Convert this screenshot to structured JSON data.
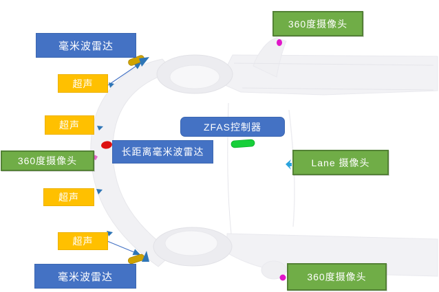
{
  "labels": [
    {
      "id": "mmwave-radar-front",
      "text": "毫米波雷达",
      "color": "#4472c4"
    },
    {
      "id": "ultrasonic-1",
      "text": "超声",
      "color": "#ffc000"
    },
    {
      "id": "ultrasonic-2",
      "text": "超声",
      "color": "#ffc000"
    },
    {
      "id": "camera-360-left",
      "text": "360度摄像头",
      "color": "#70ad47"
    },
    {
      "id": "ultrasonic-3",
      "text": "超声",
      "color": "#ffc000"
    },
    {
      "id": "ultrasonic-4",
      "text": "超声",
      "color": "#ffc000"
    },
    {
      "id": "mmwave-radar-rear",
      "text": "毫米波雷达",
      "color": "#4472c4"
    },
    {
      "id": "zfas-controller",
      "text": "ZFAS控制器",
      "color": "#4472c4"
    },
    {
      "id": "long-range-mmwave-radar",
      "text": "长距离毫米波雷达",
      "color": "#4472c4"
    },
    {
      "id": "camera-360-top-right",
      "text": "360度摄像头",
      "color": "#70ad47"
    },
    {
      "id": "lane-camera",
      "text": "Lane 摄像头",
      "color": "#70ad47"
    },
    {
      "id": "camera-360-bottom-right",
      "text": "360度摄像头",
      "color": "#70ad47"
    }
  ],
  "markers": [
    {
      "name": "front-radar-sensor-capsule",
      "color": "#cfa300"
    },
    {
      "name": "rear-radar-sensor-capsule",
      "color": "#cfa300"
    },
    {
      "name": "ultrasonic-sensor-marker-1",
      "color": "#2e75b6"
    },
    {
      "name": "ultrasonic-sensor-marker-2",
      "color": "#2e75b6"
    },
    {
      "name": "ultrasonic-sensor-marker-3",
      "color": "#2e75b6"
    },
    {
      "name": "ultrasonic-sensor-marker-4",
      "color": "#2e75b6"
    },
    {
      "name": "long-range-radar-sensor-blob",
      "color": "#dd1111"
    },
    {
      "name": "zfas-unit-blob",
      "color": "#17cf3a"
    },
    {
      "name": "camera-dot-top",
      "color": "#e016c8"
    },
    {
      "name": "camera-dot-bottom",
      "color": "#e016c8"
    },
    {
      "name": "camera-dot-left-pink",
      "color": "#e36bc8"
    },
    {
      "name": "lane-camera-sensor-arrow",
      "color": "#2aa3dd"
    }
  ],
  "colors": {
    "label_blue": "#4472c4",
    "label_orange": "#ffc000",
    "label_green": "#70ad47",
    "green_border": "#538135",
    "connector_blue": "#4472c4",
    "car_body_gray": "#f2f2f5"
  }
}
